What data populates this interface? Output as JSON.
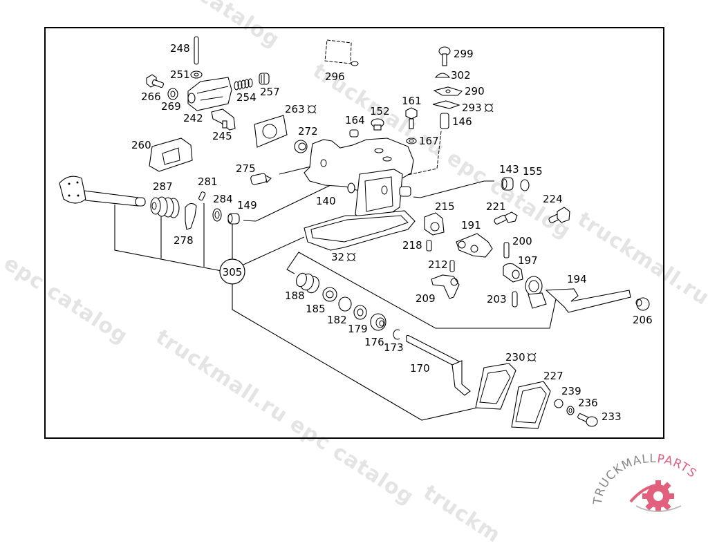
{
  "watermark_text": "truckmall.ru epc catalog",
  "watermark_fragments": [
    "catalog",
    "truckmall.ru epc catalog",
    "u epc catalog",
    "truckmall.ru epc catalog",
    "truckmall.ru epc catalog",
    "truckmall.ru e",
    "truckm"
  ],
  "logo": {
    "word1": "TRUCKMALL",
    "word2": "PARTS",
    "primary_color": "#e0607e",
    "secondary_color": "#888888"
  },
  "colors": {
    "line": "#000000",
    "background": "#ffffff",
    "watermark": "#e4e4e4"
  },
  "hub_label": "305",
  "parts": [
    {
      "id": "248",
      "label": "248"
    },
    {
      "id": "251",
      "label": "251"
    },
    {
      "id": "266",
      "label": "266"
    },
    {
      "id": "269",
      "label": "269"
    },
    {
      "id": "242",
      "label": "242"
    },
    {
      "id": "254",
      "label": "254"
    },
    {
      "id": "257",
      "label": "257"
    },
    {
      "id": "245",
      "label": "245"
    },
    {
      "id": "263",
      "label": "263",
      "marker": "ring"
    },
    {
      "id": "260",
      "label": "260"
    },
    {
      "id": "272",
      "label": "272"
    },
    {
      "id": "296",
      "label": "296"
    },
    {
      "id": "299",
      "label": "299"
    },
    {
      "id": "302",
      "label": "302"
    },
    {
      "id": "290",
      "label": "290"
    },
    {
      "id": "293",
      "label": "293",
      "marker": "ring"
    },
    {
      "id": "161",
      "label": "161"
    },
    {
      "id": "152",
      "label": "152"
    },
    {
      "id": "164",
      "label": "164"
    },
    {
      "id": "167",
      "label": "167"
    },
    {
      "id": "146",
      "label": "146"
    },
    {
      "id": "275",
      "label": "275"
    },
    {
      "id": "140",
      "label": "140"
    },
    {
      "id": "143",
      "label": "143"
    },
    {
      "id": "155",
      "label": "155"
    },
    {
      "id": "287",
      "label": "287"
    },
    {
      "id": "281",
      "label": "281"
    },
    {
      "id": "284",
      "label": "284"
    },
    {
      "id": "149",
      "label": "149"
    },
    {
      "id": "278",
      "label": "278"
    },
    {
      "id": "215",
      "label": "215"
    },
    {
      "id": "221",
      "label": "221"
    },
    {
      "id": "224",
      "label": "224"
    },
    {
      "id": "191",
      "label": "191"
    },
    {
      "id": "218",
      "label": "218"
    },
    {
      "id": "200",
      "label": "200"
    },
    {
      "id": "197",
      "label": "197"
    },
    {
      "id": "212",
      "label": "212"
    },
    {
      "id": "209",
      "label": "209"
    },
    {
      "id": "194",
      "label": "194"
    },
    {
      "id": "203",
      "label": "203"
    },
    {
      "id": "206",
      "label": "206"
    },
    {
      "id": "32",
      "label": "32",
      "marker": "ring"
    },
    {
      "id": "188",
      "label": "188"
    },
    {
      "id": "185",
      "label": "185"
    },
    {
      "id": "182",
      "label": "182"
    },
    {
      "id": "179",
      "label": "179"
    },
    {
      "id": "176",
      "label": "176"
    },
    {
      "id": "173",
      "label": "173"
    },
    {
      "id": "170",
      "label": "170"
    },
    {
      "id": "230",
      "label": "230",
      "marker": "ring"
    },
    {
      "id": "227",
      "label": "227"
    },
    {
      "id": "239",
      "label": "239"
    },
    {
      "id": "236",
      "label": "236"
    },
    {
      "id": "233",
      "label": "233"
    }
  ]
}
